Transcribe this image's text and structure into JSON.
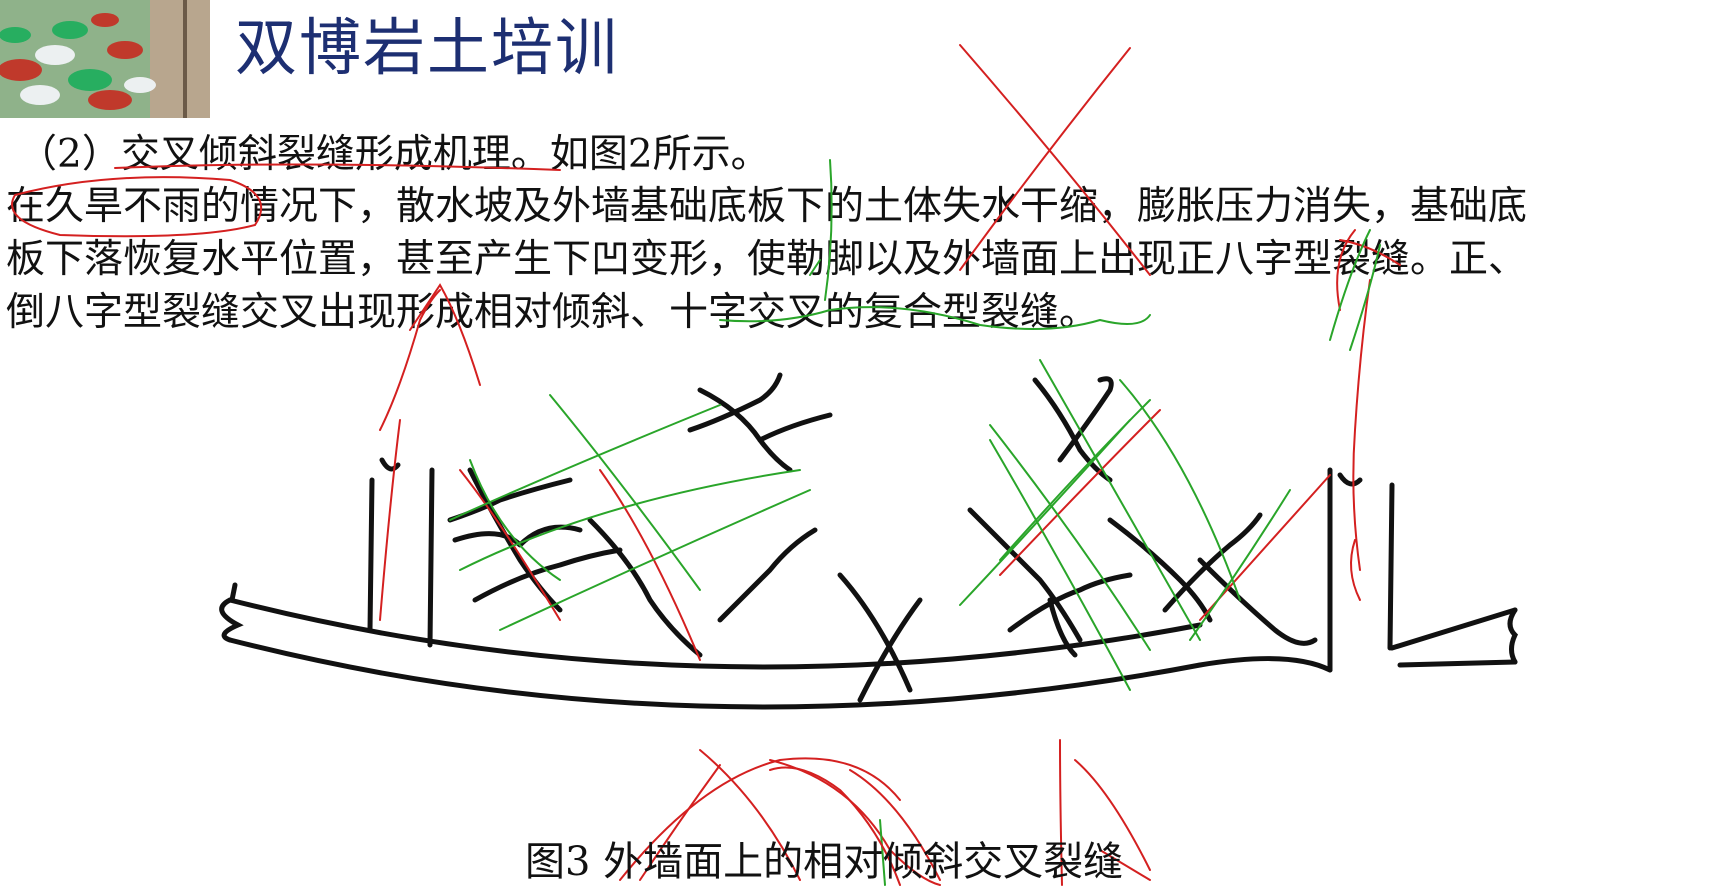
{
  "header": {
    "title": "双博岩土培训"
  },
  "content": {
    "subheading": "（2）交叉倾斜裂缝形成机理。如图2所示。",
    "lines": [
      "在久旱不雨的情况下，散水坡及外墙基础底板下的土体失水干缩，膨胀压力消失，基础底",
      "板下落恢复水平位置，甚至产生下凹变形，使勒脚以及外墙面上出现正八字型裂缝。正、",
      "倒八字型裂缝交叉出现形成相对倾斜、十字交叉的复合型裂缝。"
    ]
  },
  "figure": {
    "caption": "图3  外墙面上的相对倾斜交叉裂缝"
  },
  "annotations": {
    "red": "#d42020",
    "green": "#2aa52a",
    "ink": "#111111"
  }
}
